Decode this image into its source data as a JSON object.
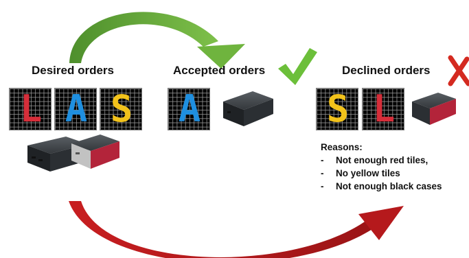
{
  "labels": {
    "desired": "Desired orders",
    "accepted": "Accepted orders",
    "declined": "Declined orders"
  },
  "tiles": {
    "desired": [
      {
        "letter": "L",
        "color": "#d62e3a"
      },
      {
        "letter": "A",
        "color": "#1f8fe0"
      },
      {
        "letter": "S",
        "color": "#f2c21b"
      }
    ],
    "accepted": [
      {
        "letter": "A",
        "color": "#1f8fe0"
      }
    ],
    "declined": [
      {
        "letter": "S",
        "color": "#f2c21b"
      },
      {
        "letter": "L",
        "color": "#d62e3a"
      }
    ]
  },
  "reasons": {
    "title": "Reasons:",
    "bullet": "-",
    "items": [
      "Not enough red tiles,",
      "No yellow tiles",
      "Not enough black cases"
    ]
  },
  "colors": {
    "green_arrow": "#5aa63a",
    "red_arrow": "#b5191c",
    "check": "#6cbf3a",
    "cross": "#d42a20",
    "case_dark": "#2e3236",
    "case_red": "#b3243a"
  }
}
